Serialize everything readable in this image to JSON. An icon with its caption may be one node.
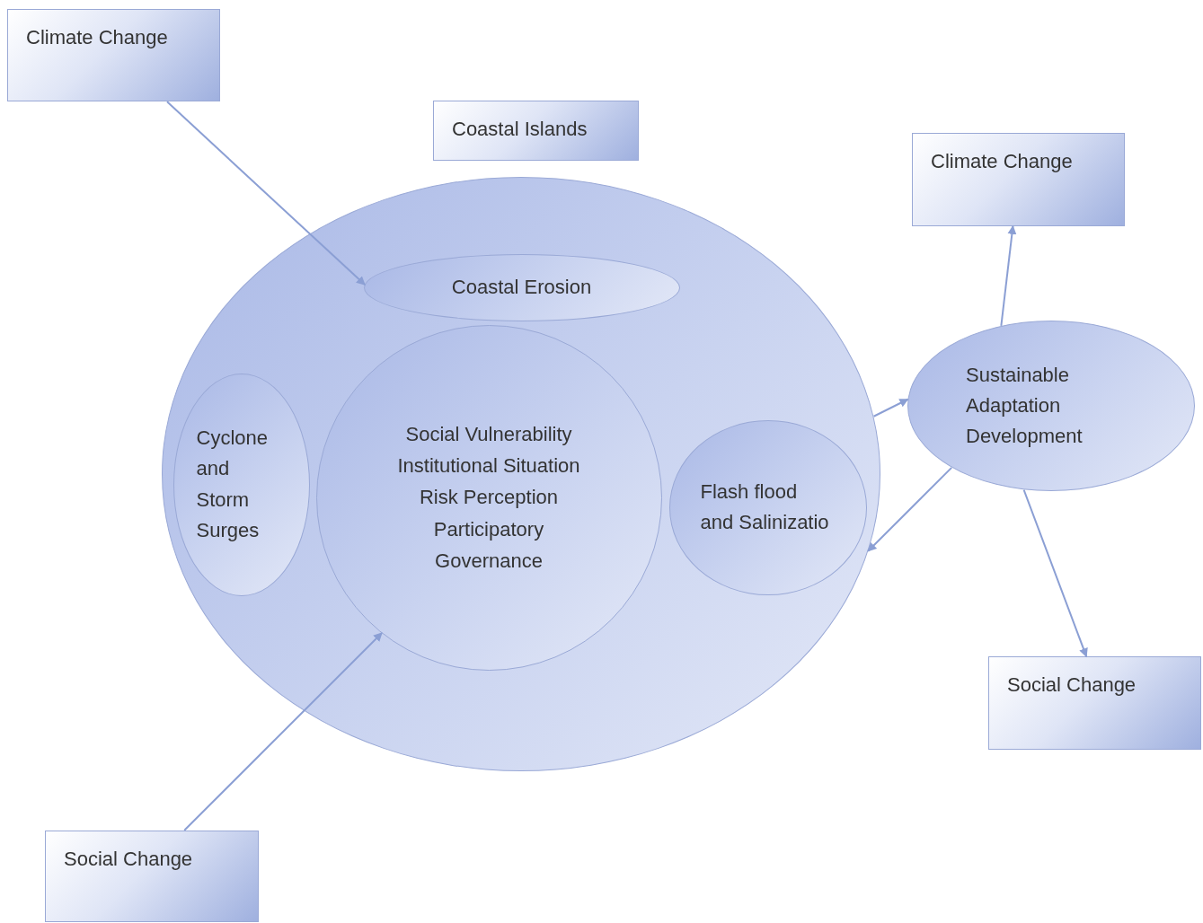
{
  "diagram": {
    "nodes": [
      {
        "text": [
          "Climate Change"
        ]
      },
      {
        "text": [
          "Coastal Islands"
        ]
      },
      {
        "text": [],
        "shape": "ellipse"
      },
      {
        "text": [
          "Coastal Erosion"
        ],
        "in": 2
      },
      {
        "text": [
          "Cyclone and Storm Surges"
        ],
        "in": 2
      },
      {
        "text": [
          "Social Vulnerability",
          "Institutional Situation",
          "Risk Perception",
          "Participatory Governance"
        ],
        "in": 2
      },
      {
        "text": [
          "Flash flood and Salinizatio"
        ],
        "in": 2
      },
      {
        "text": [
          "Climate Change"
        ]
      },
      {
        "text": [
          "Sustainable Adaptation Development"
        ]
      },
      {
        "text": [
          "Social Change"
        ]
      },
      {
        "text": [
          "Social Change"
        ]
      }
    ],
    "edges": [
      {
        "from": 0,
        "to": 3,
        "arrow": "to"
      },
      {
        "from": 10,
        "to": 5,
        "arrow": "to"
      },
      {
        "from": 2,
        "to": 8,
        "arrow": "to"
      },
      {
        "from": 8,
        "to": 7,
        "arrow": "to"
      },
      {
        "from": 8,
        "to": 2,
        "arrow": "to"
      },
      {
        "from": 8,
        "to": 9,
        "arrow": "to"
      }
    ]
  }
}
